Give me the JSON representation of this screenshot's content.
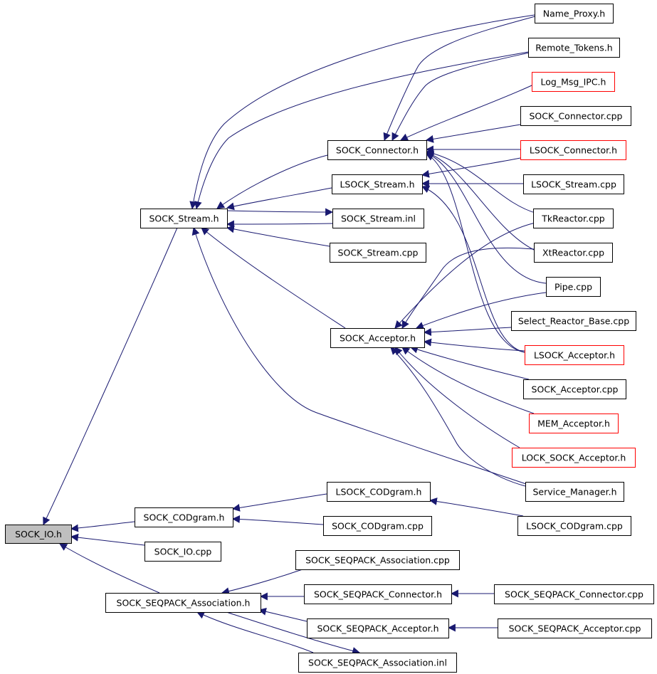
{
  "colors": {
    "edge": "#191970",
    "border_default": "#000000",
    "border_incomplete": "#ff0000",
    "root_fill": "#bfbfbf",
    "node_fill": "#ffffff"
  },
  "nodes": [
    {
      "id": "sock_io_h",
      "label": "SOCK_IO.h",
      "root": true
    },
    {
      "id": "sock_stream_h",
      "label": "SOCK_Stream.h"
    },
    {
      "id": "sock_codgram_h",
      "label": "SOCK_CODgram.h"
    },
    {
      "id": "sock_io_cpp",
      "label": "SOCK_IO.cpp"
    },
    {
      "id": "sock_seqpack_assoc_h",
      "label": "SOCK_SEQPACK_Association.h"
    },
    {
      "id": "sock_connector_h",
      "label": "SOCK_Connector.h"
    },
    {
      "id": "lsock_stream_h",
      "label": "LSOCK_Stream.h"
    },
    {
      "id": "sock_stream_inl",
      "label": "SOCK_Stream.inl"
    },
    {
      "id": "sock_stream_cpp",
      "label": "SOCK_Stream.cpp"
    },
    {
      "id": "sock_acceptor_h",
      "label": "SOCK_Acceptor.h"
    },
    {
      "id": "name_proxy_h",
      "label": "Name_Proxy.h"
    },
    {
      "id": "remote_tokens_h",
      "label": "Remote_Tokens.h"
    },
    {
      "id": "log_msg_ipc_h",
      "label": "Log_Msg_IPC.h",
      "incomplete": true
    },
    {
      "id": "sock_connector_cpp",
      "label": "SOCK_Connector.cpp"
    },
    {
      "id": "lsock_connector_h",
      "label": "LSOCK_Connector.h",
      "incomplete": true
    },
    {
      "id": "lsock_stream_cpp",
      "label": "LSOCK_Stream.cpp"
    },
    {
      "id": "tkreactor_cpp",
      "label": "TkReactor.cpp"
    },
    {
      "id": "xtreactor_cpp",
      "label": "XtReactor.cpp"
    },
    {
      "id": "pipe_cpp",
      "label": "Pipe.cpp"
    },
    {
      "id": "select_reactor_base_cpp",
      "label": "Select_Reactor_Base.cpp"
    },
    {
      "id": "lsock_acceptor_h",
      "label": "LSOCK_Acceptor.h",
      "incomplete": true
    },
    {
      "id": "sock_acceptor_cpp",
      "label": "SOCK_Acceptor.cpp"
    },
    {
      "id": "mem_acceptor_h",
      "label": "MEM_Acceptor.h",
      "incomplete": true
    },
    {
      "id": "lock_sock_acceptor_h",
      "label": "LOCK_SOCK_Acceptor.h",
      "incomplete": true
    },
    {
      "id": "service_manager_h",
      "label": "Service_Manager.h"
    },
    {
      "id": "lsock_codgram_h",
      "label": "LSOCK_CODgram.h"
    },
    {
      "id": "sock_codgram_cpp",
      "label": "SOCK_CODgram.cpp"
    },
    {
      "id": "lsock_codgram_cpp",
      "label": "LSOCK_CODgram.cpp"
    },
    {
      "id": "sock_seqpack_assoc_cpp",
      "label": "SOCK_SEQPACK_Association.cpp"
    },
    {
      "id": "sock_seqpack_conn_h",
      "label": "SOCK_SEQPACK_Connector.h"
    },
    {
      "id": "sock_seqpack_conn_cpp",
      "label": "SOCK_SEQPACK_Connector.cpp"
    },
    {
      "id": "sock_seqpack_acc_h",
      "label": "SOCK_SEQPACK_Acceptor.h"
    },
    {
      "id": "sock_seqpack_acc_cpp",
      "label": "SOCK_SEQPACK_Acceptor.cpp"
    },
    {
      "id": "sock_seqpack_assoc_inl",
      "label": "SOCK_SEQPACK_Association.inl"
    }
  ],
  "edges": [
    [
      "sock_io_h",
      "sock_stream_h"
    ],
    [
      "sock_io_h",
      "sock_codgram_h"
    ],
    [
      "sock_io_h",
      "sock_io_cpp"
    ],
    [
      "sock_io_h",
      "sock_seqpack_assoc_h"
    ],
    [
      "sock_stream_h",
      "name_proxy_h"
    ],
    [
      "sock_stream_h",
      "remote_tokens_h"
    ],
    [
      "sock_stream_h",
      "sock_connector_h"
    ],
    [
      "sock_stream_h",
      "lsock_stream_h"
    ],
    [
      "sock_stream_h",
      "sock_stream_inl"
    ],
    [
      "sock_stream_inl",
      "sock_stream_h"
    ],
    [
      "sock_stream_h",
      "sock_stream_cpp"
    ],
    [
      "sock_stream_h",
      "sock_acceptor_h"
    ],
    [
      "sock_stream_h",
      "service_manager_h"
    ],
    [
      "sock_connector_h",
      "name_proxy_h"
    ],
    [
      "sock_connector_h",
      "remote_tokens_h"
    ],
    [
      "sock_connector_h",
      "log_msg_ipc_h"
    ],
    [
      "sock_connector_h",
      "sock_connector_cpp"
    ],
    [
      "sock_connector_h",
      "lsock_connector_h"
    ],
    [
      "sock_connector_h",
      "tkreactor_cpp"
    ],
    [
      "sock_connector_h",
      "xtreactor_cpp"
    ],
    [
      "sock_connector_h",
      "pipe_cpp"
    ],
    [
      "sock_connector_h",
      "lsock_acceptor_h"
    ],
    [
      "lsock_stream_h",
      "lsock_connector_h"
    ],
    [
      "lsock_stream_h",
      "lsock_stream_cpp"
    ],
    [
      "lsock_stream_h",
      "lsock_acceptor_h"
    ],
    [
      "sock_acceptor_h",
      "tkreactor_cpp"
    ],
    [
      "sock_acceptor_h",
      "xtreactor_cpp"
    ],
    [
      "sock_acceptor_h",
      "pipe_cpp"
    ],
    [
      "sock_acceptor_h",
      "select_reactor_base_cpp"
    ],
    [
      "sock_acceptor_h",
      "lsock_acceptor_h"
    ],
    [
      "sock_acceptor_h",
      "sock_acceptor_cpp"
    ],
    [
      "sock_acceptor_h",
      "mem_acceptor_h"
    ],
    [
      "sock_acceptor_h",
      "lock_sock_acceptor_h"
    ],
    [
      "sock_acceptor_h",
      "service_manager_h"
    ],
    [
      "sock_codgram_h",
      "lsock_codgram_h"
    ],
    [
      "sock_codgram_h",
      "sock_codgram_cpp"
    ],
    [
      "lsock_codgram_h",
      "lsock_codgram_cpp"
    ],
    [
      "sock_seqpack_assoc_h",
      "sock_seqpack_assoc_cpp"
    ],
    [
      "sock_seqpack_assoc_h",
      "sock_seqpack_conn_h"
    ],
    [
      "sock_seqpack_assoc_h",
      "sock_seqpack_acc_h"
    ],
    [
      "sock_seqpack_assoc_h",
      "sock_seqpack_assoc_inl"
    ],
    [
      "sock_seqpack_assoc_inl",
      "sock_seqpack_assoc_h"
    ],
    [
      "sock_seqpack_conn_h",
      "sock_seqpack_conn_cpp"
    ],
    [
      "sock_seqpack_acc_h",
      "sock_seqpack_acc_cpp"
    ]
  ]
}
